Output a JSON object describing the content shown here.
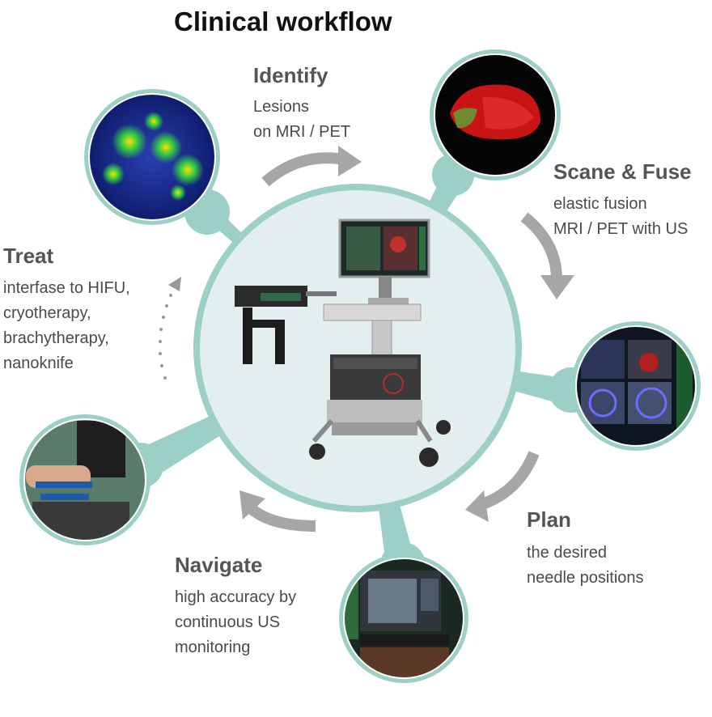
{
  "title": "Clinical workflow",
  "colors": {
    "teal": "#9ccfc5",
    "center_fill": "#e3eeee",
    "arrow": "#a6a6a6",
    "heading": "#555555",
    "text": "#4a4a4a"
  },
  "steps": {
    "identify": {
      "heading": "Identify",
      "lines": [
        "Lesions",
        "on MRI / PET"
      ]
    },
    "scan_fuse": {
      "heading": "Scane & Fuse",
      "lines": [
        "elastic fusion",
        "MRI / PET with US"
      ]
    },
    "plan": {
      "heading": "Plan",
      "lines": [
        "the desired",
        "needle positions"
      ]
    },
    "navigate": {
      "heading": "Navigate",
      "lines": [
        "high accuracy by",
        "continuous US",
        "monitoring"
      ]
    },
    "treat": {
      "heading": "Treat",
      "lines": [
        "interfase to HIFU,",
        "cryotherapy,",
        "brachytherapy,",
        "nanoknife"
      ]
    }
  },
  "images": {
    "center": "ultrasound-cart-with-monitor",
    "identify": "pet-scan-image",
    "scan_fuse": "3d-fusion-render",
    "plan": "ultrasound-planning-screens",
    "navigate": "navigation-monitor",
    "treat": "needle-template-procedure"
  }
}
